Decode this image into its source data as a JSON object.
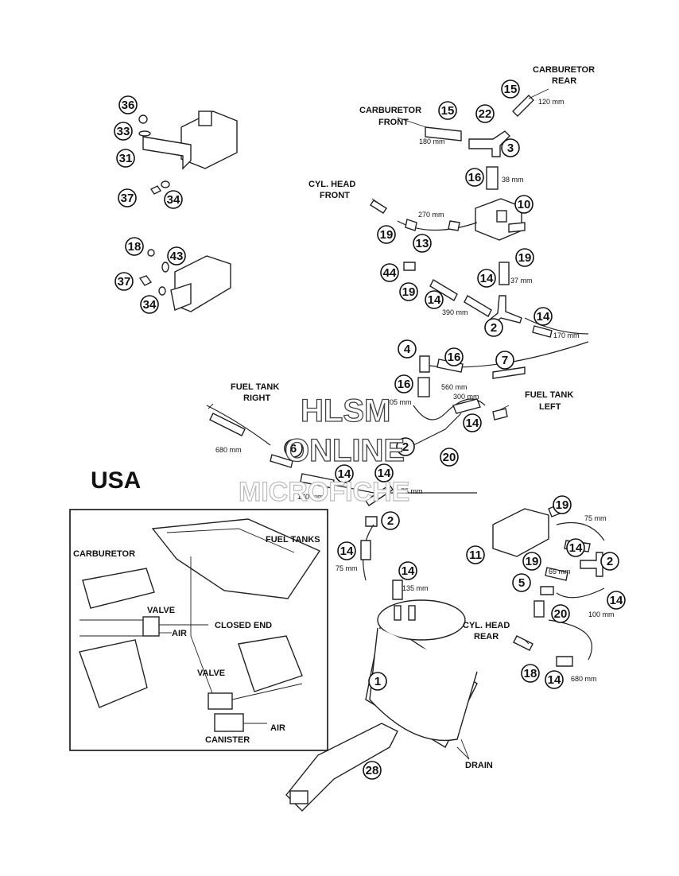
{
  "region_label": "USA",
  "watermark": {
    "line1": "HLSM",
    "line2": "ONLINE",
    "line3": "MICROFICHE"
  },
  "labels": {
    "carb_rear": [
      "CARBURETOR",
      "REAR"
    ],
    "carb_front": [
      "CARBURETOR",
      "FRONT"
    ],
    "cyl_head_front": [
      "CYL. HEAD",
      "FRONT"
    ],
    "fuel_tank_right": [
      "FUEL TANK",
      "RIGHT"
    ],
    "fuel_tank_left": [
      "FUEL TANK",
      "LEFT"
    ],
    "cyl_head_rear": [
      "CYL. HEAD",
      "REAR"
    ],
    "drain": "DRAIN"
  },
  "dimensions": [
    "120 mm",
    "180 mm",
    "38 mm",
    "270 mm",
    "37 mm",
    "390 mm",
    "170 mm",
    "560 mm",
    "300 mm",
    "205 mm",
    "680 mm",
    "170 mm",
    "75 mm",
    "75 mm",
    "135 mm",
    "75 mm",
    "65 mm",
    "100 mm",
    "680 mm"
  ],
  "callouts": [
    "36",
    "33",
    "31",
    "37",
    "34",
    "18",
    "43",
    "37",
    "34",
    "15",
    "22",
    "15",
    "3",
    "16",
    "10",
    "19",
    "13",
    "19",
    "44",
    "19",
    "14",
    "14",
    "2",
    "14",
    "4",
    "16",
    "7",
    "16",
    "14",
    "6",
    "2",
    "20",
    "14",
    "14",
    "2",
    "14",
    "14",
    "19",
    "11",
    "14",
    "19",
    "2",
    "5",
    "20",
    "14",
    "18",
    "14",
    "1",
    "28"
  ],
  "inset": {
    "carburetor": "CARBURETOR",
    "fuel_tanks": "FUEL TANKS",
    "valve_top": "VALVE",
    "air_top": "AIR",
    "closed_end": "CLOSED END",
    "valve_bottom": "VALVE",
    "air_bottom": "AIR",
    "canister": "CANISTER"
  }
}
